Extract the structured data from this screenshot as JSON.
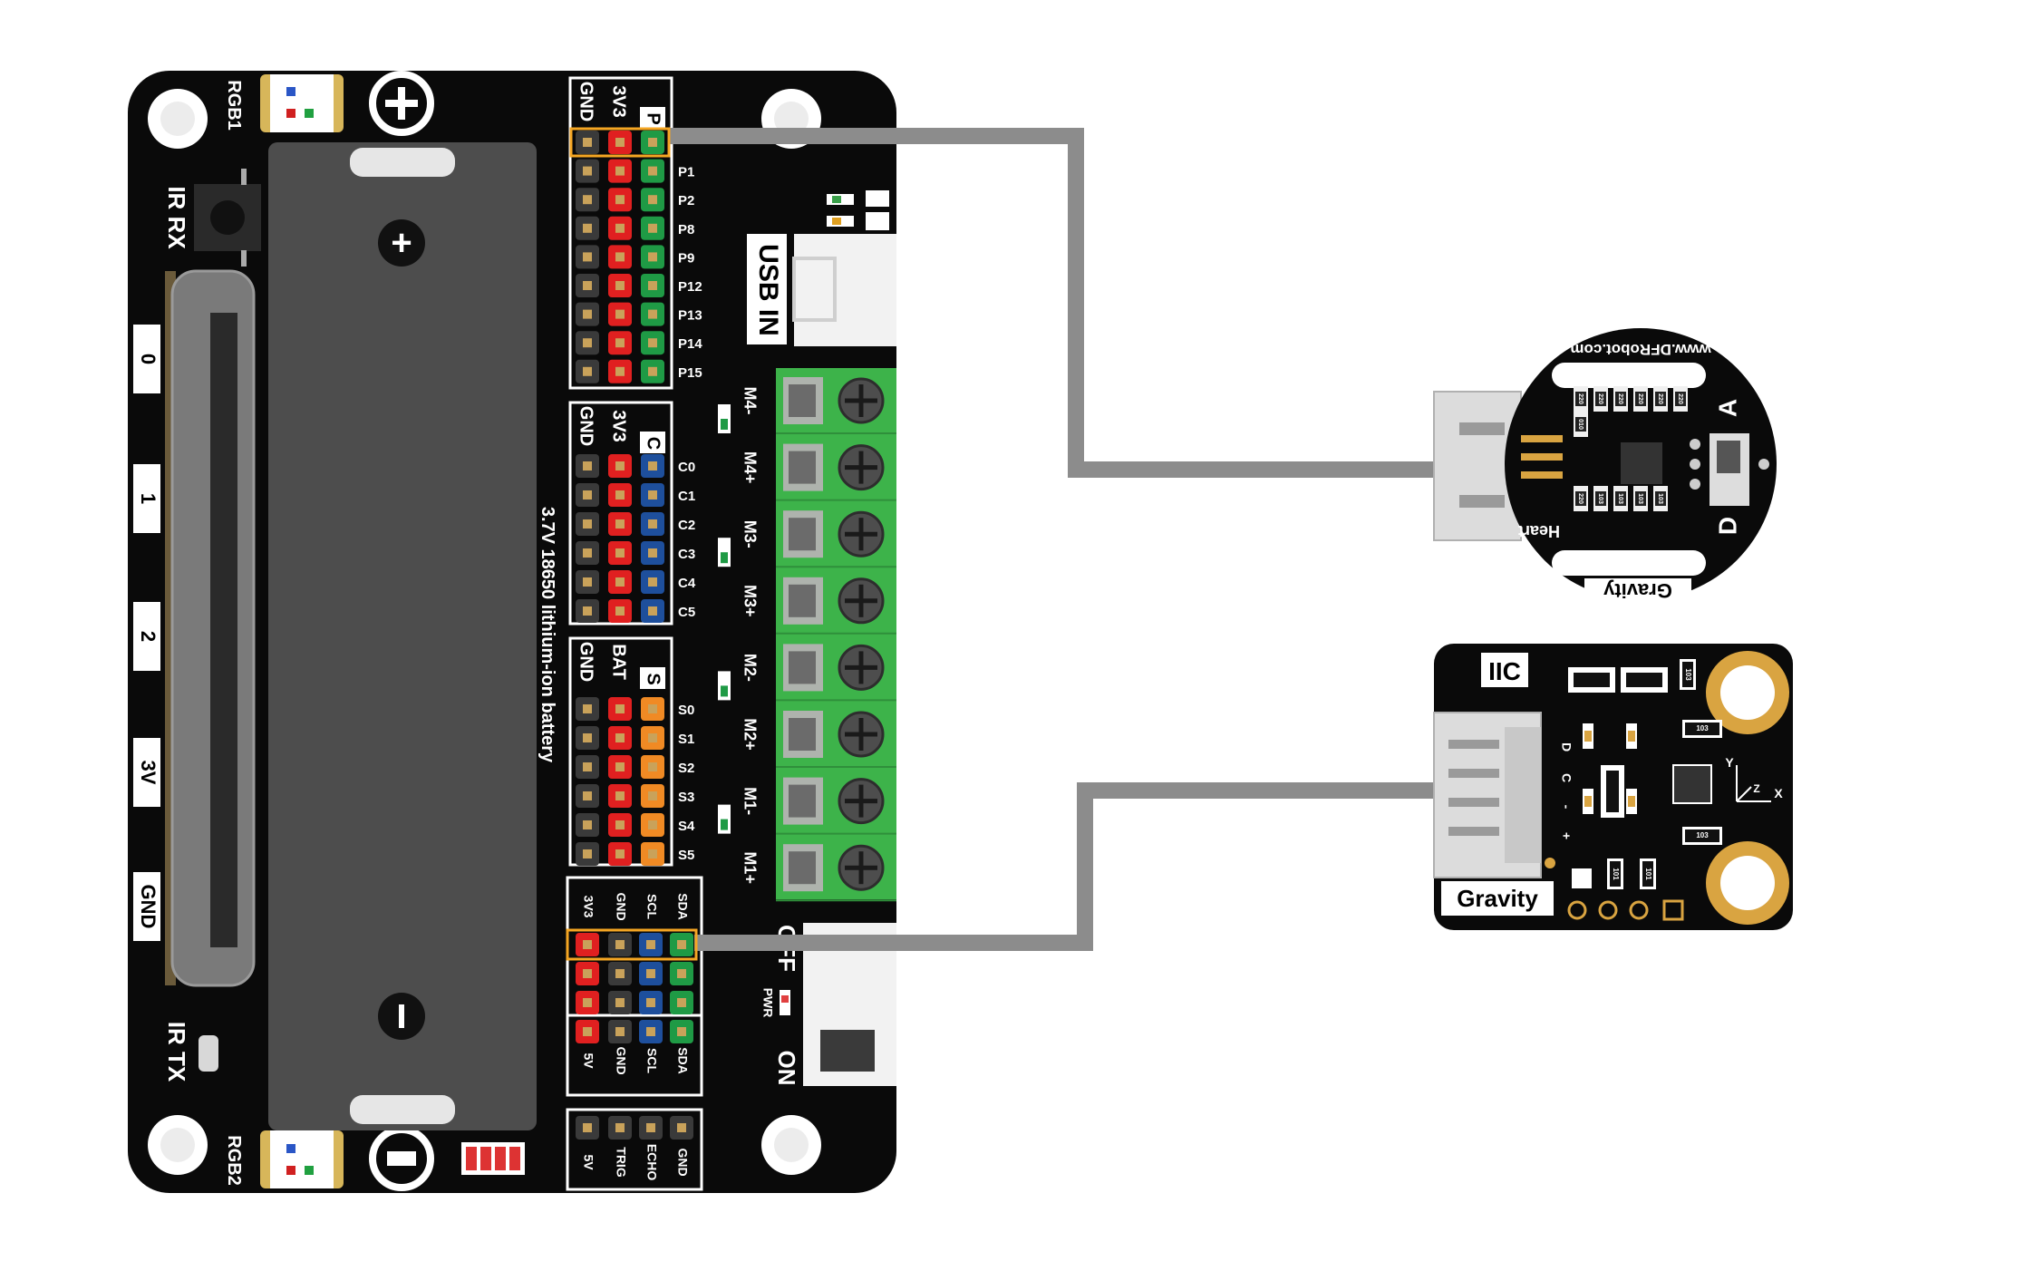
{
  "colors": {
    "board": "#0a0a0a",
    "wire": "#8c8c8c",
    "pin_red": "#e02020",
    "pin_green": "#1f9a45",
    "pin_blue": "#1e4f9c",
    "pin_orange": "#f08a24",
    "pin_dark": "#3a3a3a",
    "terminal_green": "#3db34a",
    "highlight": "#f5a623",
    "pad_gold": "#d9a441"
  },
  "expansion_board": {
    "battery_label": "3.7V 18650 lithium-ion battery",
    "battery_plus": "+",
    "battery_minus": "−",
    "ir_rx": "IR RX",
    "ir_tx": "IR TX",
    "rgb1": "RGB1",
    "rgb2": "RGB2",
    "usb_in": "USB IN",
    "off": "OFF",
    "on": "ON",
    "pwr": "PWR",
    "edge_labels": [
      "0",
      "1",
      "2",
      "3V",
      "GND"
    ],
    "p_header": {
      "title": "P",
      "cols": [
        "GND",
        "3V3"
      ],
      "pins": [
        "P1",
        "P2",
        "P8",
        "P9",
        "P12",
        "P13",
        "P14",
        "P15"
      ]
    },
    "c_header": {
      "title": "C",
      "cols": [
        "GND",
        "3V3"
      ],
      "pins": [
        "C0",
        "C1",
        "C2",
        "C3",
        "C4",
        "C5"
      ]
    },
    "s_header": {
      "title": "S",
      "cols": [
        "GND",
        "BAT"
      ],
      "pins": [
        "S0",
        "S1",
        "S2",
        "S3",
        "S4",
        "S5"
      ]
    },
    "iic_top": [
      "3V3",
      "GND",
      "SCL",
      "SDA"
    ],
    "iic_bottom": [
      "5V",
      "GND",
      "SCL",
      "SDA"
    ],
    "ultrasonic": [
      "5V",
      "TRIG",
      "ECHO",
      "GND"
    ],
    "motor_labels": [
      "M4-",
      "M4+",
      "M3-",
      "M3+",
      "M2-",
      "M2+",
      "M1-",
      "M1+"
    ]
  },
  "heart_sensor": {
    "url": "www.DFRobot.com",
    "brand": "Gravity",
    "name": "Heart",
    "mode_a": "A",
    "mode_d": "D",
    "parts": [
      "220",
      "220",
      "220",
      "220",
      "220",
      "220",
      "220",
      "103",
      "103",
      "103",
      "103",
      "010"
    ]
  },
  "iic_sensor": {
    "iic_label": "IIC",
    "brand": "Gravity",
    "pin_labels": [
      "D",
      "C",
      "-",
      "+"
    ],
    "axis_y": "Y",
    "axis_z": "Z",
    "axis_x": "X",
    "parts": [
      "103",
      "103",
      "103",
      "101",
      "101"
    ]
  }
}
